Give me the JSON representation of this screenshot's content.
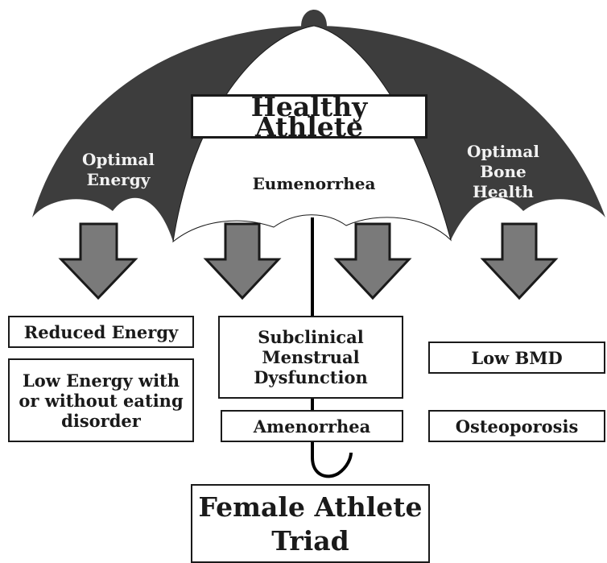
{
  "umbrella": {
    "title": "Healthy Athlete",
    "left_panel": "Optimal\nEnergy",
    "center_panel": "Eumenorrhea",
    "right_panel": "Optimal\nBone\nHealth"
  },
  "energy_column": {
    "box1": "Reduced Energy",
    "box2": "Low Energy with\nor without eating\ndisorder"
  },
  "menstrual_column": {
    "box1": "Subclinical\nMenstrual\nDysfunction",
    "box2": "Amenorrhea"
  },
  "bone_column": {
    "box1": "Low BMD",
    "box2": "Osteoporosis"
  },
  "result": {
    "title": "Female Athlete\nTriad"
  },
  "colors": {
    "dark_panel": "#3d3d3d",
    "light_panel": "#ffffff",
    "arrow_fill": "#7a7a7a",
    "outline": "#1a1a1a"
  }
}
